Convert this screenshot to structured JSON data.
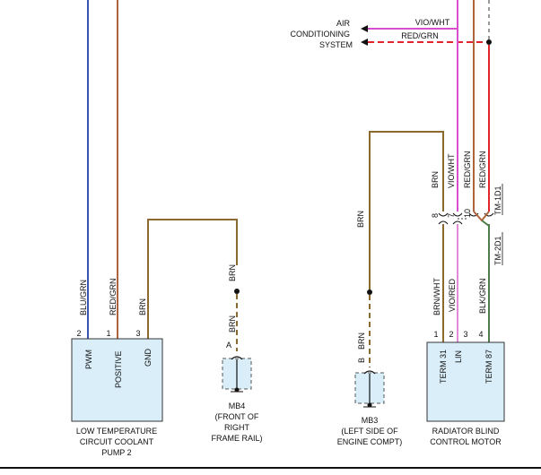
{
  "colors": {
    "blue": "#3b52b8",
    "brown": "#8a6a2e",
    "orange_brown": "#b0633a",
    "violet_white": "#d94ecf",
    "red_green": "#e0262a",
    "pink": "#e08ad8",
    "green_black": "#4d7d4a",
    "box_fill": "#d9eef9",
    "box_stroke": "#333333"
  },
  "ac_system": {
    "label_line1": "AIR",
    "label_line2": "CONDITIONING",
    "label_line3": "SYSTEM",
    "wire_top": "VIO/WHT",
    "wire_bottom": "RED/GRN"
  },
  "pump": {
    "caption_line1": "LOW TEMPERATURE",
    "caption_line2": "CIRCUIT COOLANT",
    "caption_line3": "PUMP 2",
    "pins": [
      {
        "num": "2",
        "wire": "BLU/GRN",
        "name": "PWM"
      },
      {
        "num": "1",
        "wire": "RED/GRN",
        "name": "POSITIVE"
      },
      {
        "num": "3",
        "wire": "BRN",
        "name": "GND"
      }
    ]
  },
  "mb4": {
    "wire_upper": "BRN",
    "wire_lower": "BRN",
    "pin": "A",
    "name": "MB4",
    "caption_line1": "(FRONT OF",
    "caption_line2": "RIGHT",
    "caption_line3": "FRAME RAIL)"
  },
  "mb3": {
    "wire_upper": "BRN",
    "wire_lower": "BRN",
    "pin": "B",
    "name": "MB3",
    "caption_line1": "(LEFT SIDE OF",
    "caption_line2": "ENGINE COMPT)"
  },
  "blind_motor": {
    "caption_line1": "RADIATOR BLIND",
    "caption_line2": "CONTROL MOTOR",
    "upper_wires": {
      "brn": "BRN",
      "vio": "VIO/WHT",
      "red1": "RED/GRN",
      "red2": "RED/GRN"
    },
    "upper_pins": {
      "p8": "8",
      "p7": "7",
      "p10": "10"
    },
    "connector_top": "TM-1D1",
    "connector_bottom": "TM-2D1",
    "pins": [
      {
        "num": "1",
        "wire": "BRN/WHT",
        "name": "TERM 31"
      },
      {
        "num": "2",
        "wire": "VIO/RED",
        "name": "LIN"
      },
      {
        "num": "3",
        "wire": "",
        "name": ""
      },
      {
        "num": "4",
        "wire": "BLK/GRN",
        "name": "TERM 87"
      }
    ]
  }
}
